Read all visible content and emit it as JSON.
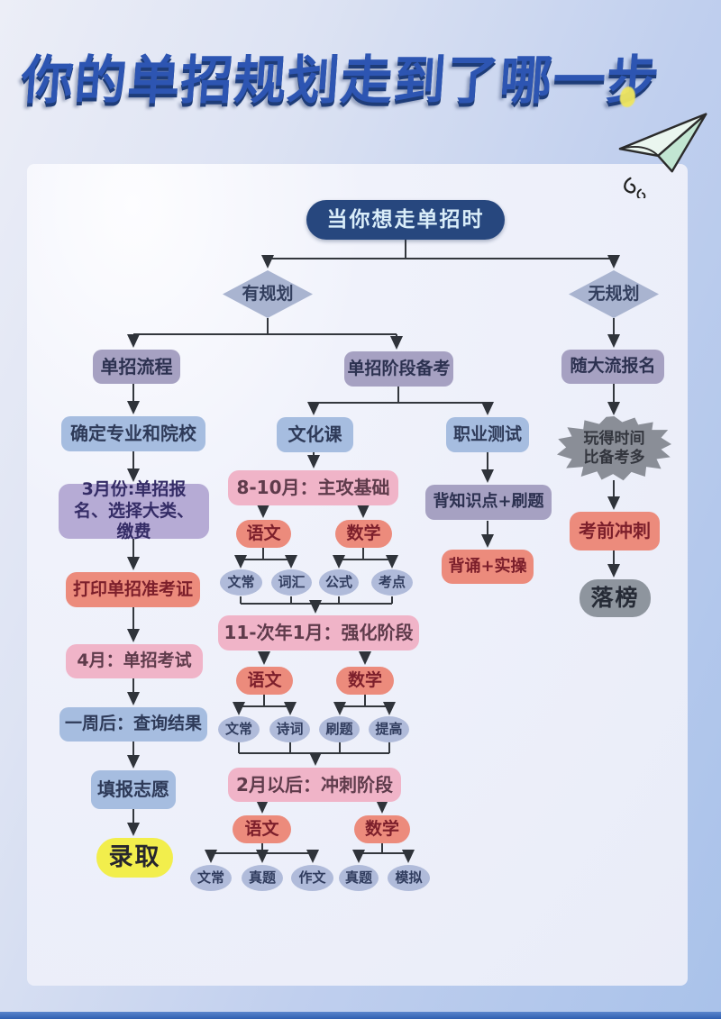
{
  "title": "你的单招规划走到了哪一步",
  "icons": {
    "plane": "paper-plane",
    "droplet": "yellow-droplet"
  },
  "palette": {
    "title_blue": "#2d55b2",
    "start_navy": "#27477e",
    "lavender": "#a6a1c2",
    "lilac": "#b6abd5",
    "steel_blue": "#a6bde0",
    "pink": "#f0b4c8",
    "salmon": "#ec8b7c",
    "oval_blue": "#b0bbda",
    "admit_yellow": "#f2ee4c",
    "fail_gray": "#8e959e",
    "burst_gray": "#8a8e97",
    "background": "#a9c2ea"
  },
  "nodes": {
    "start": "当你想走单招时",
    "planned": "有规划",
    "unplanned": "无规划",
    "process": "单招流程",
    "confirm": "确定专业和院校",
    "march": "3月份:单招报名、选择大类、缴费",
    "print": "打印单招准考证",
    "april": "4月：单招考试",
    "week": "一周后：查询结果",
    "volunteer": "填报志愿",
    "admit": "录取",
    "stage": "单招阶段备考",
    "culture": "文化课",
    "vocation": "职业测试",
    "phase1": "8-10月：主攻基础",
    "chinese1": "语文",
    "math1": "数学",
    "p1c1": "文常",
    "p1c2": "词汇",
    "p1m1": "公式",
    "p1m2": "考点",
    "memorize": "背知识点+刷题",
    "recite": "背诵+实操",
    "phase2": "11-次年1月：强化阶段",
    "chinese2": "语文",
    "math2": "数学",
    "p2c1": "文常",
    "p2c2": "诗词",
    "p2m1": "刷题",
    "p2m2": "提高",
    "phase3": "2月以后：冲刺阶段",
    "chinese3": "语文",
    "math3": "数学",
    "p3c1": "文常",
    "p3c2": "真题",
    "p3c3": "作文",
    "p3m1": "真题",
    "p3m2": "模拟",
    "follow": "随大流报名",
    "play": "玩得时间比备考多",
    "sprint": "考前冲刺",
    "fail": "落榜"
  }
}
